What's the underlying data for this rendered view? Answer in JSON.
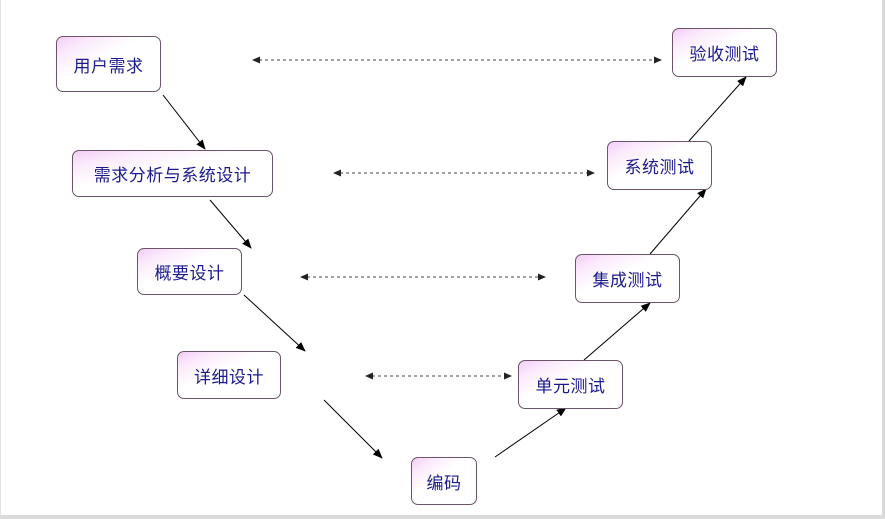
{
  "diagram": {
    "left_stages": [
      {
        "id": "user-requirements",
        "label": "用户需求"
      },
      {
        "id": "requirements-analysis",
        "label": "需求分析与系统设计"
      },
      {
        "id": "outline-design",
        "label": "概要设计"
      },
      {
        "id": "detailed-design",
        "label": "详细设计"
      }
    ],
    "bottom_stage": {
      "id": "coding",
      "label": "编码"
    },
    "right_stages": [
      {
        "id": "unit-test",
        "label": "单元测试"
      },
      {
        "id": "integration-test",
        "label": "集成测试"
      },
      {
        "id": "system-test",
        "label": "系统测试"
      },
      {
        "id": "acceptance-test",
        "label": "验收测试"
      }
    ],
    "colors": {
      "box_border": "#6b5468",
      "box_gradient_start": "#f3cdf7",
      "label_text": "#1a1a8c",
      "arrow": "#000000",
      "dashed_link": "#444444"
    }
  }
}
